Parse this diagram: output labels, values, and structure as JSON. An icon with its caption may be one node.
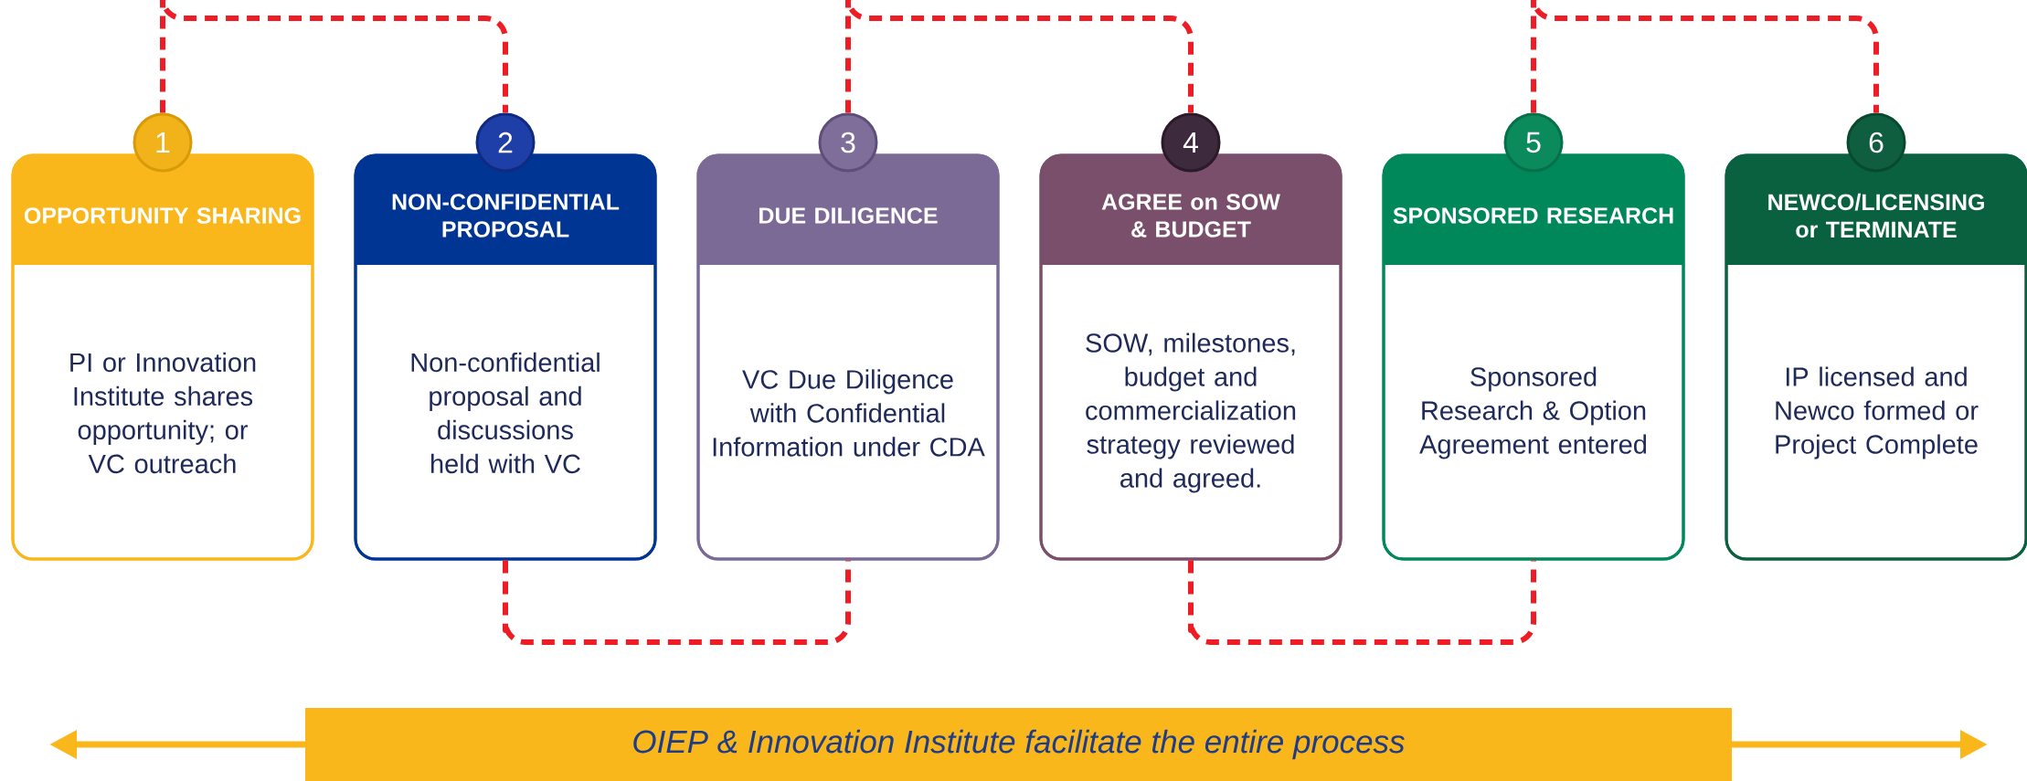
{
  "diagram": {
    "nodes": [
      {
        "text": [
          "1"
        ]
      },
      {
        "text": [
          "OPPORTUNITY SHARING",
          "PI or Innovation Institute shares opportunity; or VC outreach"
        ]
      },
      {
        "text": [
          "2"
        ]
      },
      {
        "text": [
          "NON-CONFIDENTIAL PROPOSAL",
          "Non-confidential proposal and discussions held with VC"
        ]
      },
      {
        "text": [
          "3"
        ]
      },
      {
        "text": [
          "DUE DILIGENCE",
          "VC Due Diligence with Confidential Information under CDA"
        ]
      },
      {
        "text": [
          "4"
        ]
      },
      {
        "text": [
          "AGREE on SOW & BUDGET",
          "SOW, milestones, budget and commercialization strategy reviewed and agreed."
        ]
      },
      {
        "text": [
          "5"
        ]
      },
      {
        "text": [
          "SPONSORED RESEARCH",
          "Sponsored Research & Option Agreement entered"
        ]
      },
      {
        "text": [
          "6"
        ]
      },
      {
        "text": [
          "NEWCO/LICENSING or TERMINATE",
          "IP licensed and Newco formed or Project Complete"
        ]
      },
      {
        "text": [
          "OIEP & Innovation Institute facilitate the entire process"
        ]
      }
    ],
    "edges": [
      {
        "from": 0,
        "to": 2,
        "arrow": "none",
        "style": "dashed",
        "color": "#ee1c25"
      },
      {
        "from": 3,
        "to": 5,
        "arrow": "none",
        "style": "dashed",
        "color": "#ee1c25"
      },
      {
        "from": 4,
        "to": 6,
        "arrow": "none",
        "style": "dashed",
        "color": "#ee1c25"
      },
      {
        "from": 7,
        "to": 9,
        "arrow": "none",
        "style": "dashed",
        "color": "#ee1c25"
      },
      {
        "from": 8,
        "to": 10,
        "arrow": "none",
        "style": "dashed",
        "color": "#ee1c25"
      }
    ]
  }
}
